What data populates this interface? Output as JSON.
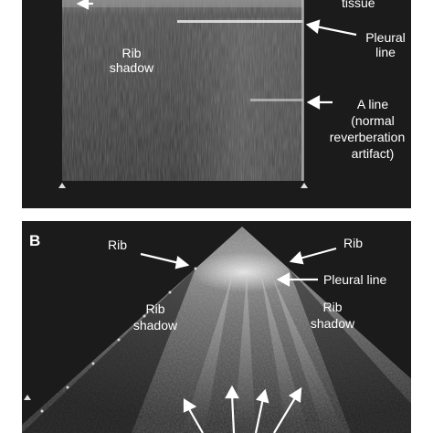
{
  "panel_a": {
    "labels": {
      "tissue": "tissue",
      "rib_shadow_line1": "Rib",
      "rib_shadow_line2": "shadow",
      "pleural_line_line1": "Pleural",
      "pleural_line_line2": "line",
      "a_line_line1": "A line",
      "a_line_line2": "(normal",
      "a_line_line3": "reverberation",
      "a_line_line4": "artifact)"
    }
  },
  "panel_b": {
    "letter": "B",
    "labels": {
      "rib_left": "Rib",
      "rib_right": "Rib",
      "pleural_line": "Pleural line",
      "rib_shadow_left_line1": "Rib",
      "rib_shadow_left_line2": "shadow",
      "rib_shadow_right_line1": "Rib",
      "rib_shadow_right_line2": "shadow"
    }
  },
  "colors": {
    "panel_background": "#1b1b1b",
    "label_text": "#ffffff",
    "figure_background": "#ffffff"
  }
}
